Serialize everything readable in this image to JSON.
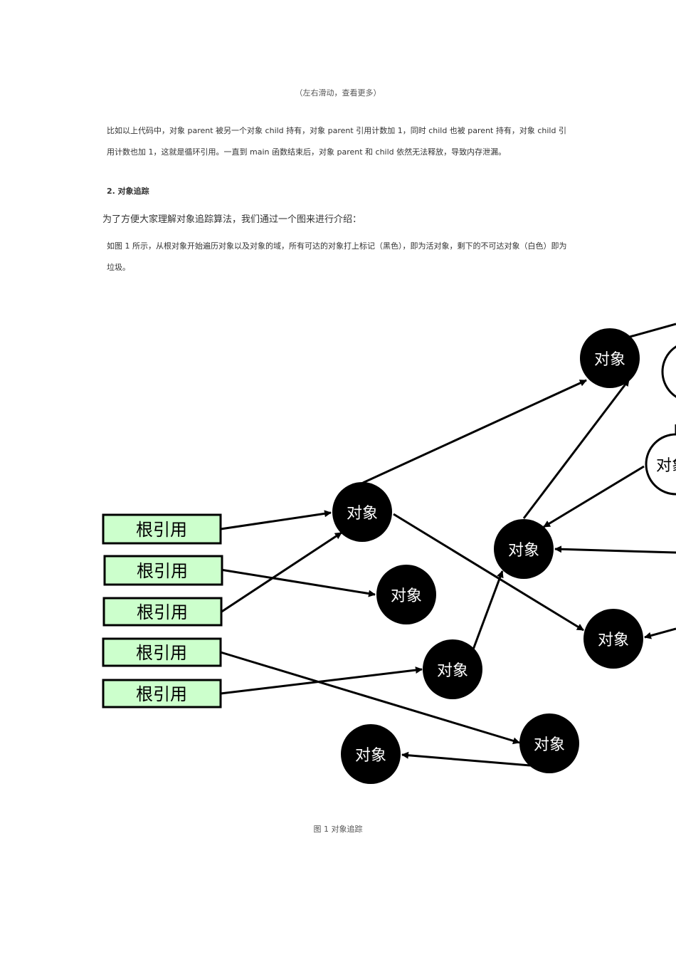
{
  "scroll_hint": "（左右滑动，查看更多）",
  "paragraph_1": "比如以上代码中，对象 parent 被另一个对象 child 持有，对象 parent 引用计数加 1，同时 child 也被 parent 持有，对象 child 引用计数也加 1，这就是循环引用。一直到 main 函数结束后，对象 parent 和 child 依然无法释放，导致内存泄漏。",
  "section_heading": "2. 对象追踪",
  "intro_line": "为了方便大家理解对象追踪算法，我们通过一个图来进行介绍：",
  "paragraph_2": "如图 1 所示，从根对象开始遍历对象以及对象的域，所有可达的对象打上标记（黑色），即为活对象，剩下的不可达对象（白色）即为垃圾。",
  "diagram": {
    "root_label": "根引用",
    "node_label": "对象",
    "colors": {
      "root_fill": "#ccffcc",
      "reachable": "#000000",
      "unreachable": "#ffffff"
    }
  },
  "caption": "图 1 对象追踪"
}
